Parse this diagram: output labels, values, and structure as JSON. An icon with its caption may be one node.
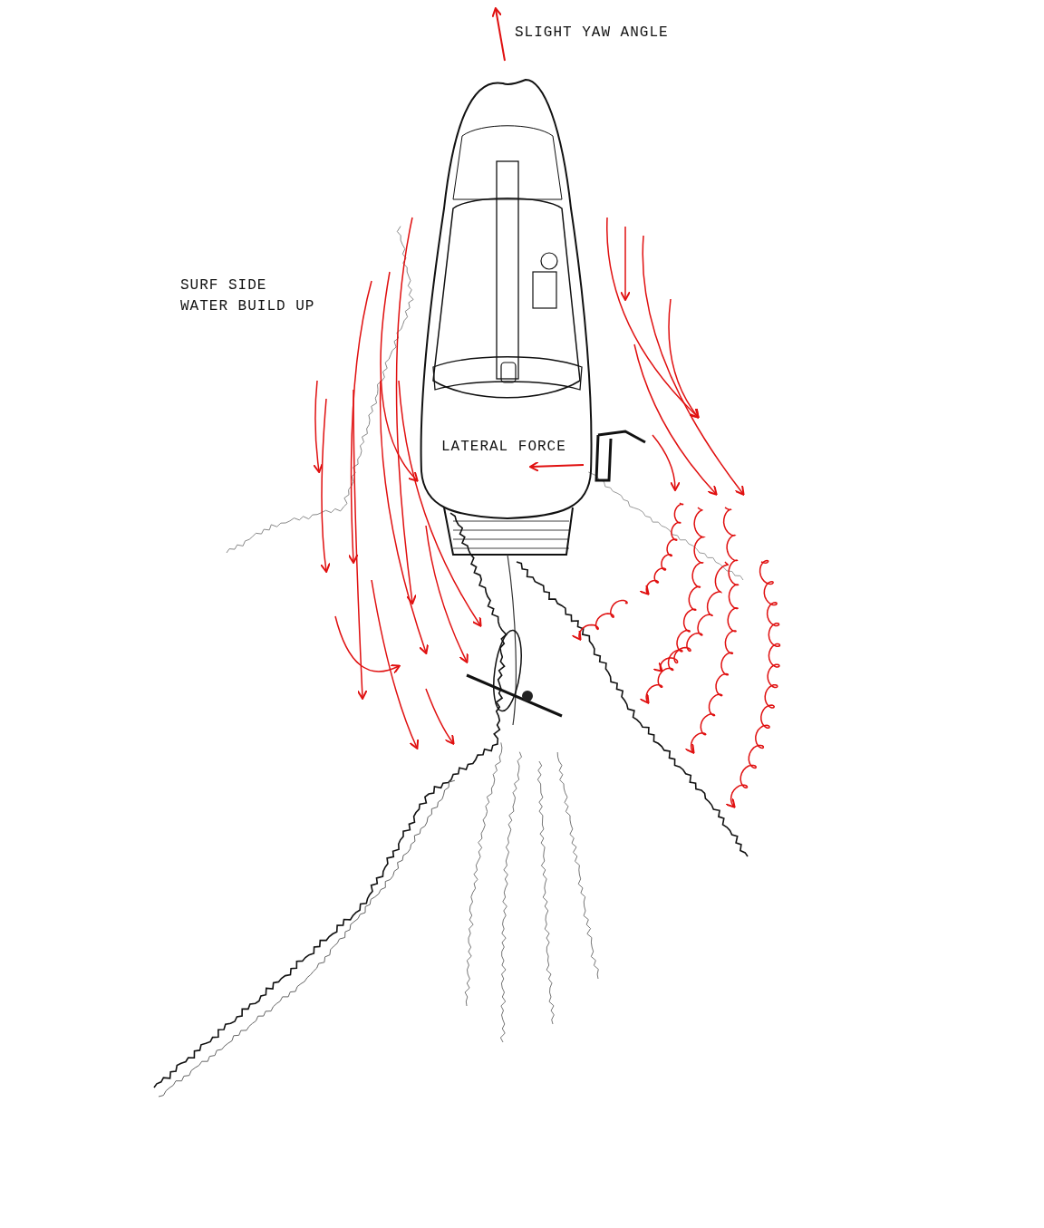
{
  "diagram": {
    "labels": [
      "SLIGHT YAW ANGLE",
      "SURF SIDE WATER BUILD UP",
      "LATERAL FORCE"
    ]
  }
}
